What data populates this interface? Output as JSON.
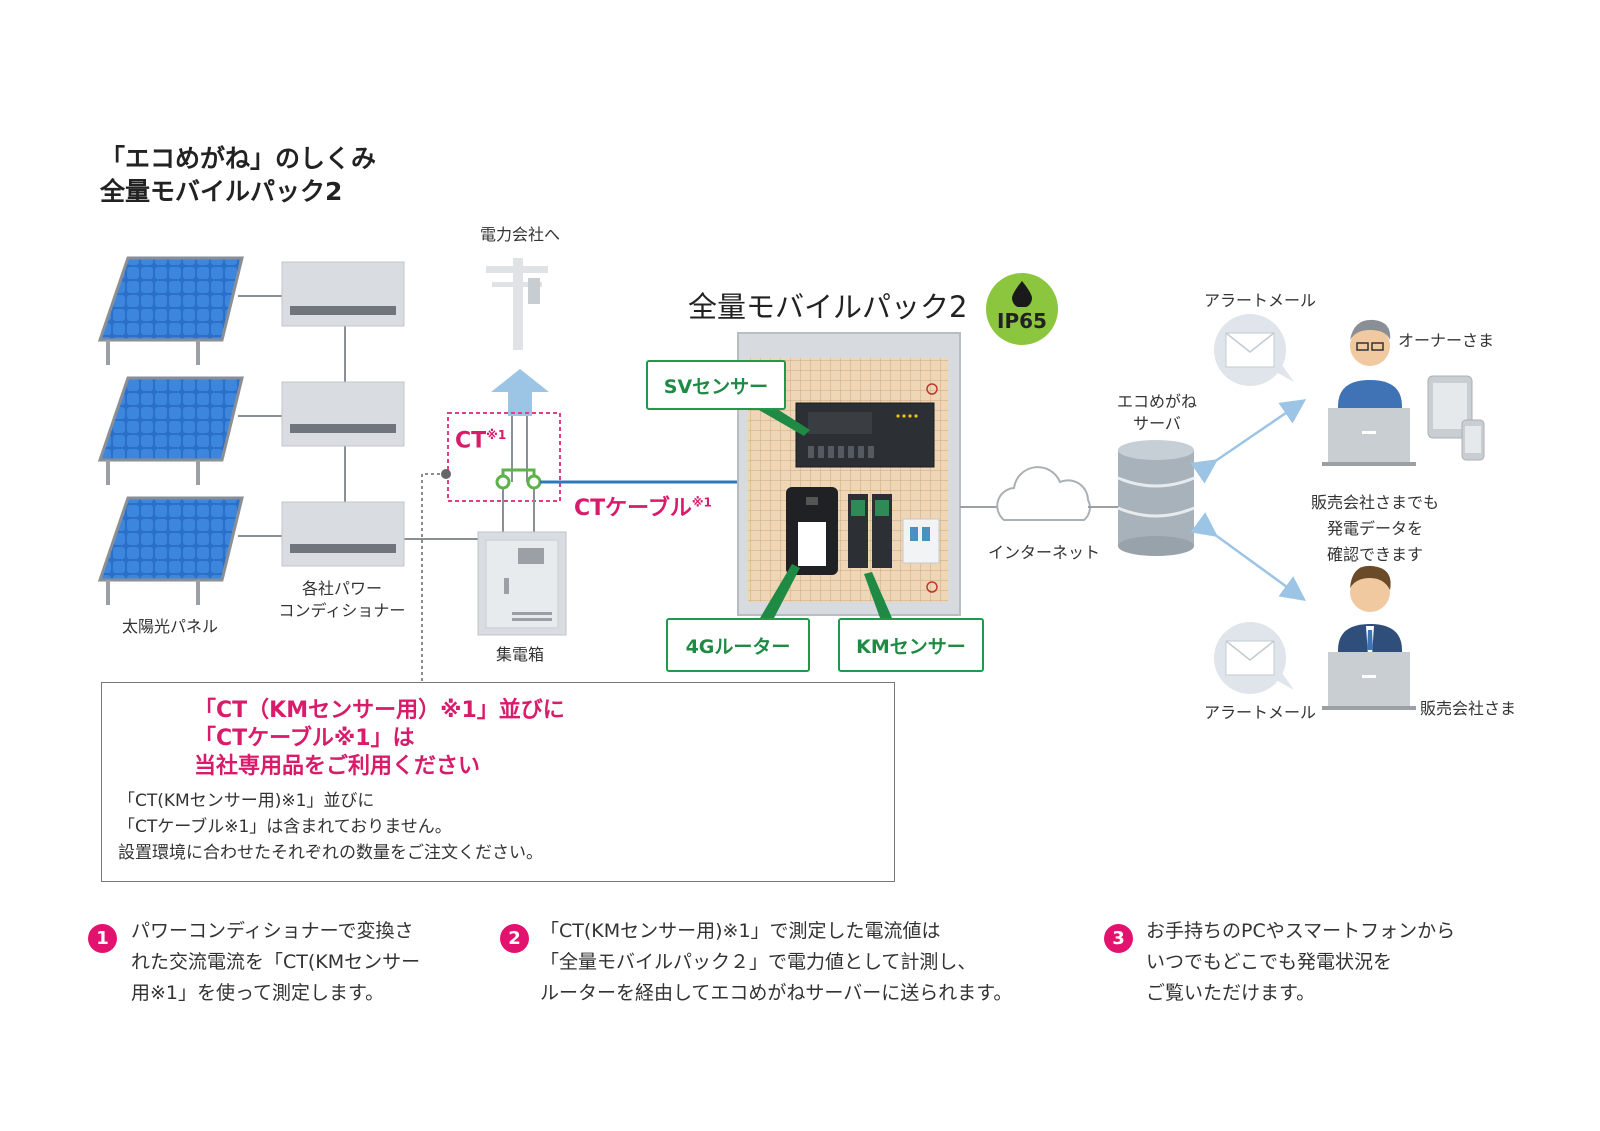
{
  "title": {
    "line1": "「エコめがね」のしくみ",
    "line2": "全量モバイルパック2"
  },
  "labels": {
    "to_power_company": "電力会社へ",
    "solar_panel": "太陽光パネル",
    "power_conditioner_line1": "各社パワー",
    "power_conditioner_line2": "コンディショナー",
    "junction_box": "集電箱",
    "ct": "CT",
    "ct_note": "※1",
    "ct_cable": "CTケーブル",
    "ct_cable_note": "※1",
    "pack_title": "全量モバイルパック2",
    "ip_rating": "IP65",
    "sv_sensor": "SVセンサー",
    "router_4g": "4Gルーター",
    "km_sensor": "KMセンサー",
    "internet": "インターネット",
    "server_line1": "エコめがね",
    "server_line2": "サーバ",
    "alert_mail_top": "アラートメール",
    "alert_mail_bottom": "アラートメール",
    "owner": "オーナーさま",
    "dealer": "販売会社さま",
    "dealer_note_line1": "販売会社さまでも",
    "dealer_note_line2": "発電データを",
    "dealer_note_line3": "確認できます"
  },
  "warning": {
    "headline_line1": "「CT（KMセンサー用）※1」並びに",
    "headline_line2": "「CTケーブル※1」は",
    "headline_line3": "当社専用品をご利用ください",
    "body_line1": "「CT(KMセンサー用)※1」並びに",
    "body_line2": "「CTケーブル※1」は含まれておりません。",
    "body_line3": " 設置環境に合わせたそれぞれの数量をご注文ください。"
  },
  "steps": [
    {
      "num": "1",
      "line1": "パワーコンディショナーで変換さ",
      "line2": "れた交流電流を「CT(KMセンサー",
      "line3": "用※1」を使って測定します。"
    },
    {
      "num": "2",
      "line1": "「CT(KMセンサー用)※1」で測定した電流値は",
      "line2": "「全量モバイルパック２」で電力値として計測し、",
      "line3": "ルーターを経由してエコめがねサーバーに送られます。"
    },
    {
      "num": "3",
      "line1": "お手持ちのPCやスマートフォンから",
      "line2": "いつでもどこでも発電状況を",
      "line3": "ご覧いただけます。"
    }
  ],
  "colors": {
    "accent_green": "#22994a",
    "accent_magenta": "#d81b6a",
    "step_badge": "#e2136e",
    "ip_badge": "#8cc63e",
    "panel_blue": "#2a6fc9",
    "arrow_blue": "#9cc4e4"
  }
}
